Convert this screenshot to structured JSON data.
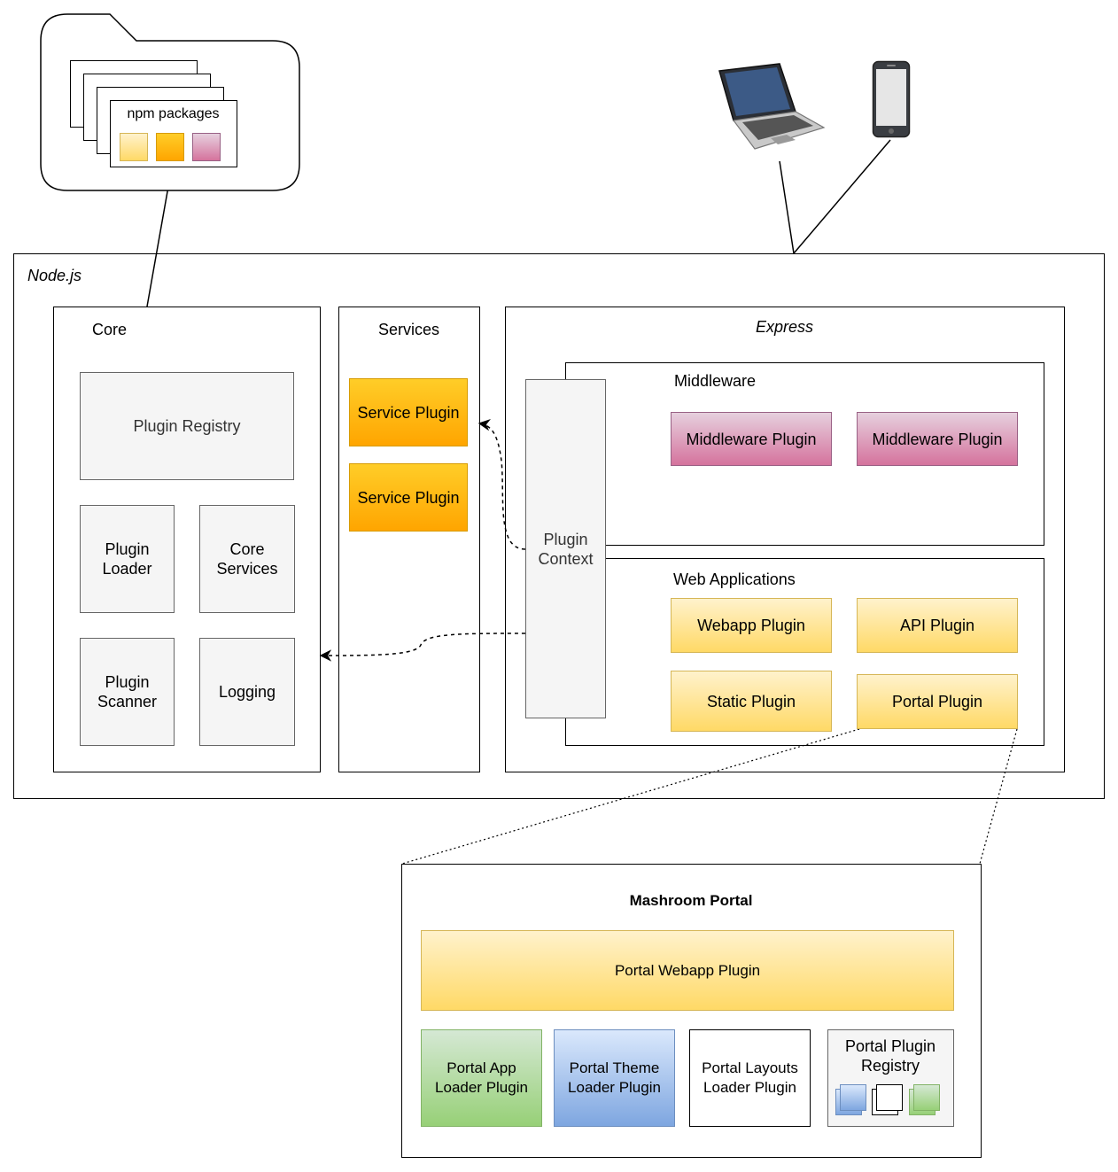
{
  "npm": {
    "label": "npm packages"
  },
  "nodejs": {
    "label": "Node.js"
  },
  "core": {
    "title": "Core",
    "registry": "Plugin Registry",
    "loader": "Plugin Loader",
    "services": "Core Services",
    "scanner": "Plugin Scanner",
    "logging": "Logging"
  },
  "services": {
    "title": "Services",
    "plugin1": "Service Plugin",
    "plugin2": "Service Plugin"
  },
  "express": {
    "title": "Express",
    "context": "Plugin Context",
    "middleware": {
      "title": "Middleware",
      "plugin1": "Middleware Plugin",
      "plugin2": "Middleware Plugin"
    },
    "webapps": {
      "title": "Web Applications",
      "webapp": "Webapp Plugin",
      "api": "API Plugin",
      "static": "Static Plugin",
      "portal": "Portal Plugin"
    }
  },
  "mashroom": {
    "title": "Mashroom Portal",
    "webapp": "Portal Webapp Plugin",
    "app_loader": "Portal App Loader Plugin",
    "theme_loader": "Portal Theme Loader Plugin",
    "layouts_loader": "Portal Layouts Loader Plugin",
    "registry": "Portal Plugin Registry"
  },
  "icons": [
    "laptop-icon",
    "smartphone-icon",
    "folder-icon"
  ],
  "colors": {
    "service": "#ffa500",
    "middleware": "#d5739d",
    "webapp": "#ffd966",
    "app_loader": "#97d077",
    "theme_loader": "#7ea6e0",
    "core_gray": "#f5f5f5"
  }
}
